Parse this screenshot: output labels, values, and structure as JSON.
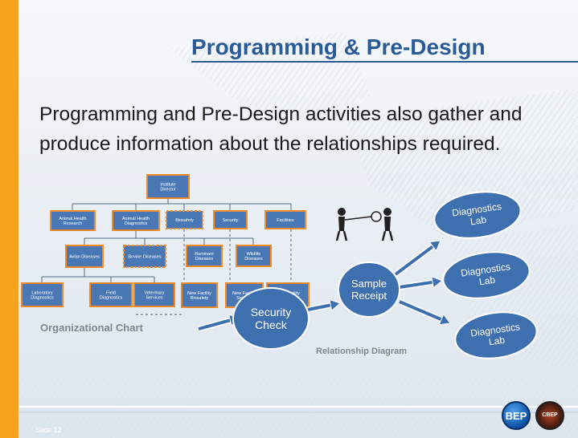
{
  "slide": {
    "title": "Programming & Pre-Design",
    "body": "Programming and Pre-Design activities also gather and produce information about the relationships required.",
    "slide_number": "Slide 12",
    "colors": {
      "accent_bar": "#f5a21c",
      "title": "#2a5b96",
      "org_box_fill": "#4a78b5",
      "org_box_highlight": "#f28a26",
      "flow_node_fill": "#3e6fae"
    }
  },
  "org_chart": {
    "label": "Organizational Chart",
    "root": "Institute Director",
    "level2": [
      "Animal Health Research",
      "Animal Health Diagnostics",
      "Biosafety",
      "Security",
      "Facilities"
    ],
    "level3": [
      "Avian Diseases",
      "Bovine Diseases",
      "Ruminant Diseases",
      "Wildlife Diseases"
    ],
    "level4": [
      "Laboratory Diagnostics",
      "Field Diagnostics",
      "Veterinary Services",
      "New Facility Biosafety",
      "New Facility Security",
      "New Facility Facilities"
    ]
  },
  "relationship_diagram": {
    "label": "Relationship Diagram",
    "nodes": [
      "Security Check",
      "Sample Receipt",
      "Diagnostics Lab",
      "Diagnostics Lab",
      "Diagnostics Lab"
    ]
  },
  "logos": {
    "left": "BEP",
    "right": "CBEP"
  }
}
